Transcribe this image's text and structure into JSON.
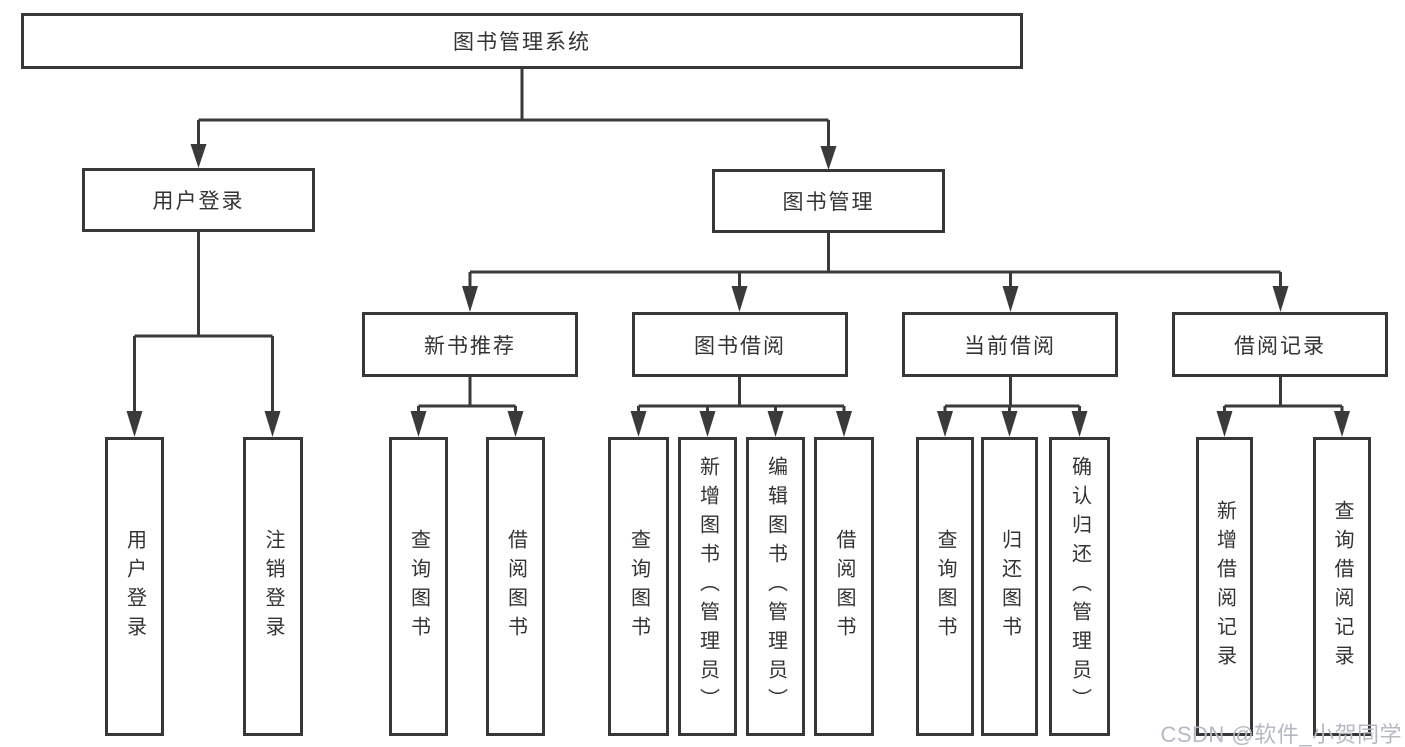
{
  "tree": {
    "label": "图书管理系统",
    "children": [
      {
        "label": "用户登录",
        "children": [
          {
            "label": "用户登录"
          },
          {
            "label": "注销登录"
          }
        ]
      },
      {
        "label": "图书管理",
        "children": [
          {
            "label": "新书推荐",
            "children": [
              {
                "label": "查询图书"
              },
              {
                "label": "借阅图书"
              }
            ]
          },
          {
            "label": "图书借阅",
            "children": [
              {
                "label": "查询图书"
              },
              {
                "label": "新增图书（管理员）"
              },
              {
                "label": "编辑图书（管理员）"
              },
              {
                "label": "借阅图书"
              }
            ]
          },
          {
            "label": "当前借阅",
            "children": [
              {
                "label": "查询图书"
              },
              {
                "label": "归还图书"
              },
              {
                "label": "确认归还（管理员）"
              }
            ]
          },
          {
            "label": "借阅记录",
            "children": [
              {
                "label": "新增借阅记录"
              },
              {
                "label": "查询借阅记录"
              }
            ]
          }
        ]
      }
    ]
  },
  "watermark": "CSDN @软件_小贺同学",
  "colors": {
    "line": "#3a3a3a",
    "border": "#373737",
    "text": "#333333",
    "background": "#ffffff",
    "watermark": "#b4b9c3"
  }
}
